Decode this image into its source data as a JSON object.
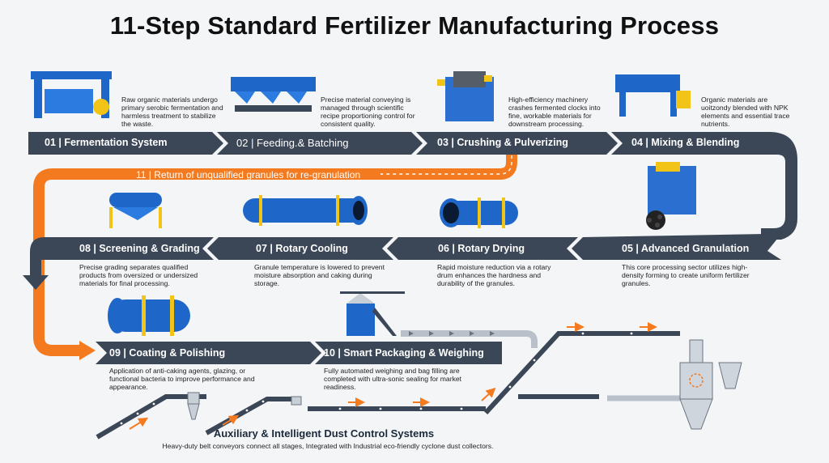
{
  "title": "11-Step Standard Fertilizer Manufacturing Process",
  "steps": [
    {
      "label": "01 | Fermentation System",
      "desc": "Raw organic materials undergo primary serobic fermentation and harmless treatment to stabilize the waste."
    },
    {
      "label": "02 |  Feeding.& Batching",
      "desc": "Precise material conveying is managed through scientific recipe proportioning control for consistent quality."
    },
    {
      "label": "03 | Crushing & Pulverizing",
      "desc": "High-efficiency machinery crashes fermented clocks into fine, workable materials for downstream processing."
    },
    {
      "label": "04 | Mixing & Blending",
      "desc": "Organic materials are uoitzondy blended with NPK elements and essential trace nutrients."
    },
    {
      "label": "05 | Advanced Granulation",
      "desc": "This core processing sector utilizes high-density forming to create uniform fertilizer granules."
    },
    {
      "label": "06 | Rotary Drying",
      "desc": "Rapid moisture reduction via a rotary drum enhances the hardness and durability of the granules."
    },
    {
      "label": "07 | Rotary Cooling",
      "desc": "Granule temperature is lowered to prevent moisture absorption and caking during storage."
    },
    {
      "label": "08 | Screening & Grading",
      "desc": "Precise grading separates qualified products from oversized or undersized materials for final processing."
    },
    {
      "label": "09 | Coating & Polishing",
      "desc": "Application of anti-caking agents, glazing, or functional bacteria to improve performance and appearance."
    },
    {
      "label": "10 | Smart Packaging & Weighing",
      "desc": "Fully automated weighing and bag filling are completed with ultra-sonic sealing for market readiness."
    }
  ],
  "return_label": "11 | Return of unqualified granules for re-granulation",
  "aux": {
    "title": "Auxiliary & Intelligent Dust Control Systems",
    "desc": "Heavy-duty belt conveyors connect all stages, Integrated with Industrial eco-friendly cyclone dust collectors."
  },
  "colors": {
    "band": "#3b4656",
    "orange": "#f47a20",
    "machine_blue": "#1f66c9",
    "machine_yellow": "#f2c418"
  }
}
